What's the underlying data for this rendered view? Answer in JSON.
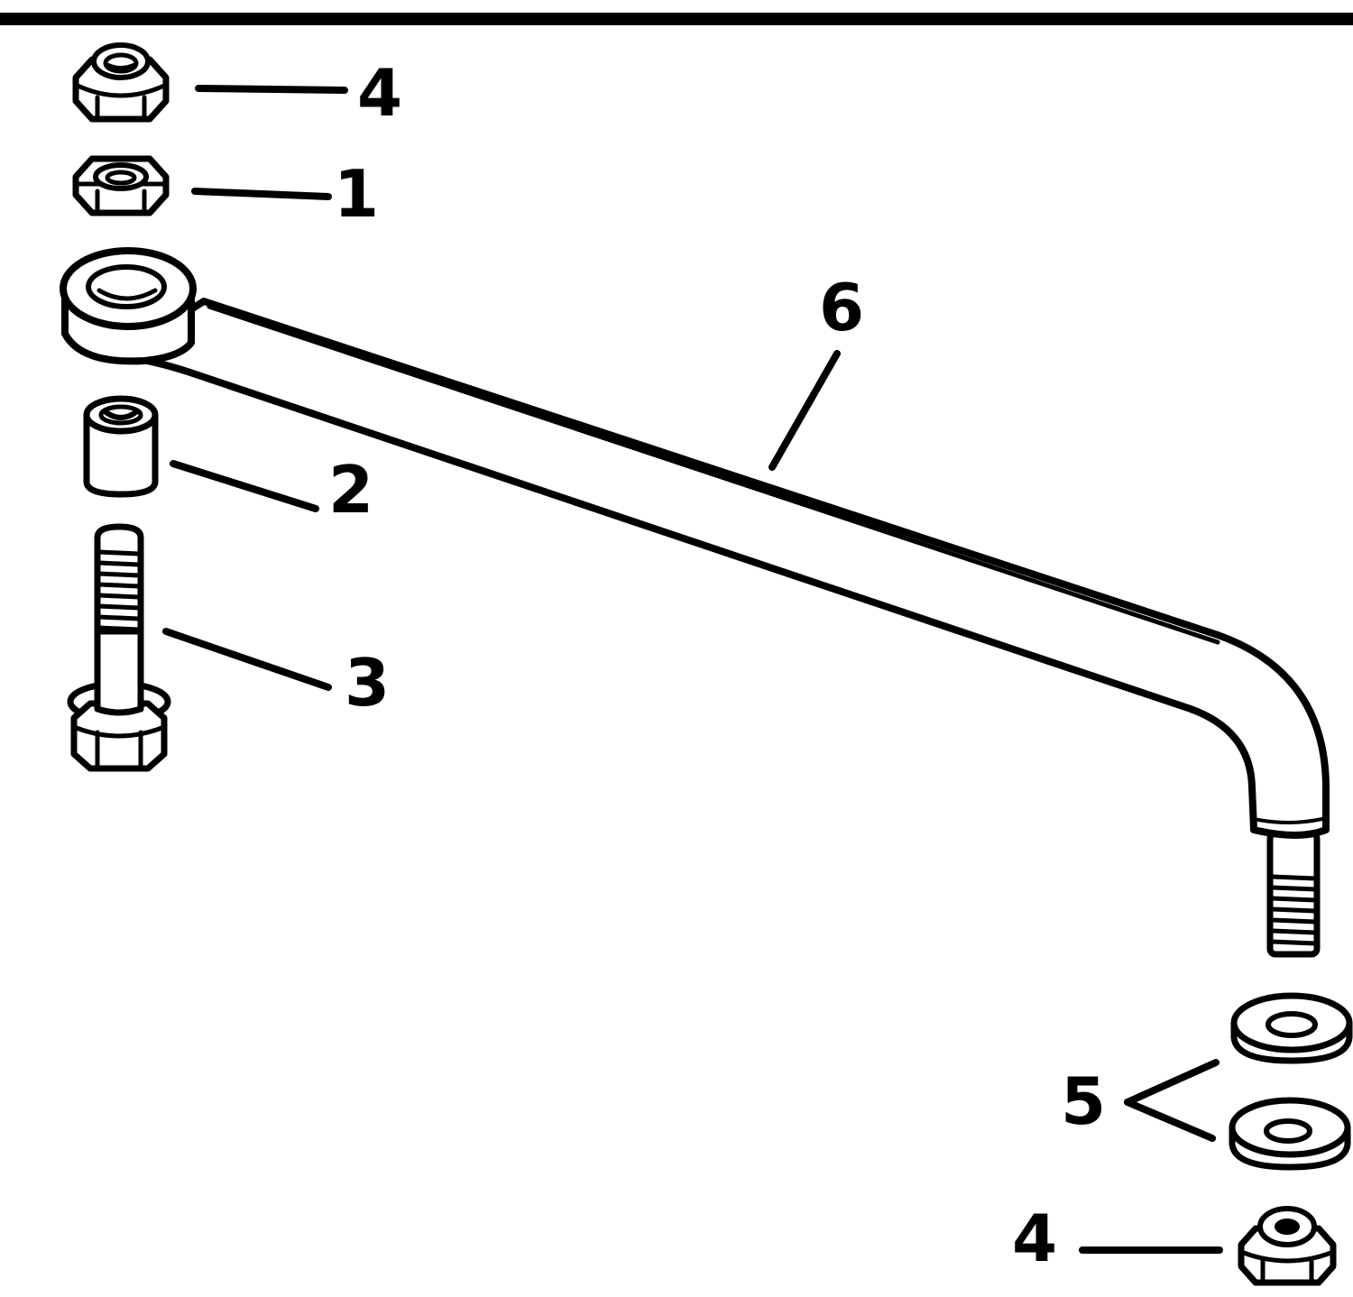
{
  "diagram": {
    "colors": {
      "ink": "#000000",
      "paper": "#ffffff"
    },
    "callouts": [
      {
        "id": "callout-4-top",
        "label": "4"
      },
      {
        "id": "callout-1",
        "label": "1"
      },
      {
        "id": "callout-6",
        "label": "6"
      },
      {
        "id": "callout-2",
        "label": "2"
      },
      {
        "id": "callout-3",
        "label": "3"
      },
      {
        "id": "callout-5",
        "label": "5"
      },
      {
        "id": "callout-4-bottom",
        "label": "4"
      }
    ]
  }
}
